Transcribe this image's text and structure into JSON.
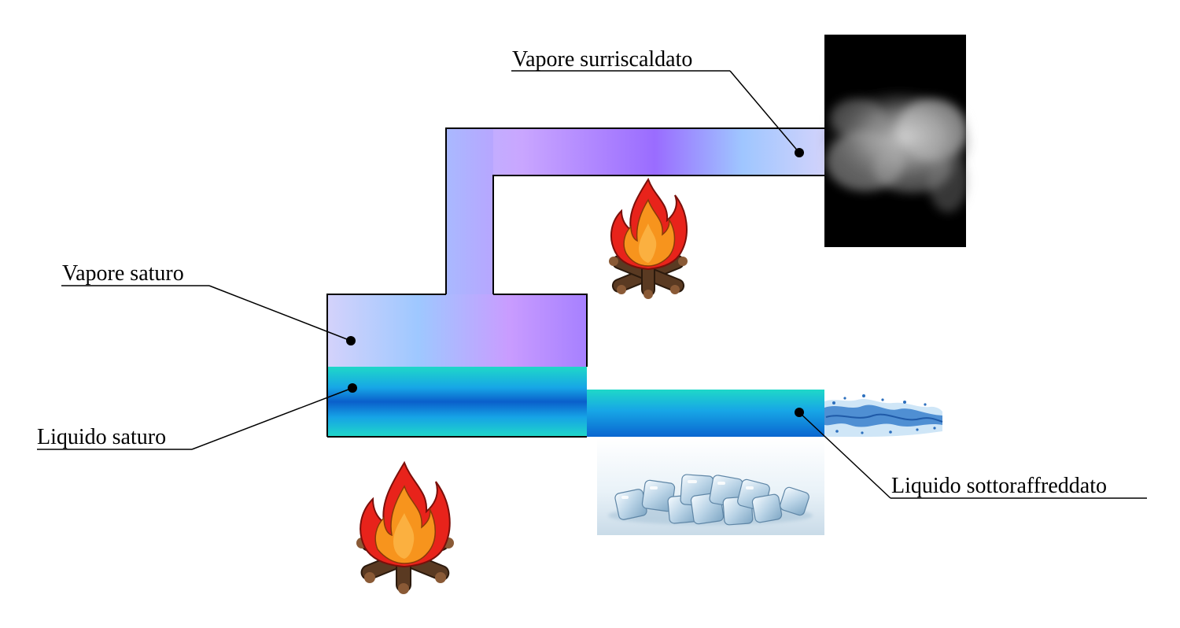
{
  "labels": {
    "superheated_vapor": "Vapore surriscaldato",
    "saturated_vapor": "Vapore saturo",
    "saturated_liquid": "Liquido saturo",
    "subcooled_liquid": "Liquido sottoraffreddato"
  },
  "icons": {
    "fire": "campfire-icon",
    "ice": "ice-cubes-icon",
    "steam": "steam-icon",
    "water": "water-splash-icon"
  },
  "colors": {
    "vapor_light": "#cfcdfb",
    "vapor_blue": "#9ec8ff",
    "vapor_purple": "#c99cff",
    "vapor_deep": "#9b6bff",
    "liquid_teal": "#1fd3c6",
    "liquid_blue": "#0a78d8",
    "liquid_deep": "#0a5dc8",
    "flame_red": "#e8231b",
    "flame_orange": "#f7941d",
    "wood": "#5a3a22"
  }
}
